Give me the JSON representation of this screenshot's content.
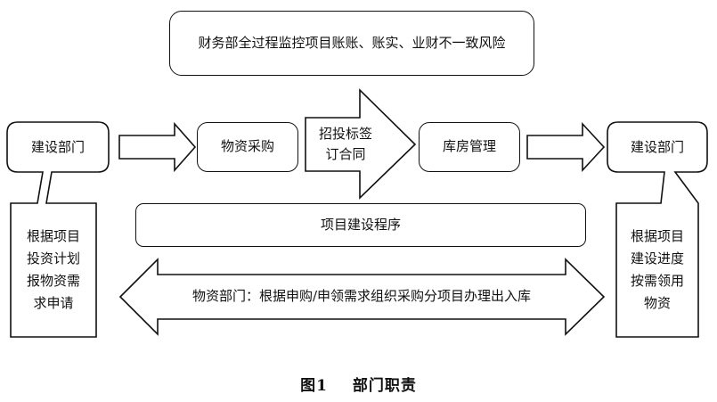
{
  "top_box": {
    "label": "财务部全过程监控项目账账、账实、业财不一致风险"
  },
  "flow": {
    "left_dept": "建设部门",
    "purchase": "物资采购",
    "tender_lines": [
      "招投标签",
      "订合同"
    ],
    "warehouse": "库房管理",
    "right_dept": "建设部门"
  },
  "callouts": {
    "left_lines": [
      "根据项目",
      "投资计划",
      "报物资需",
      "求申请"
    ],
    "right_lines": [
      "根据项目",
      "建设进度",
      "按需领用",
      "物资"
    ]
  },
  "program_box": {
    "label": "项目建设程序"
  },
  "bottom_arrow": {
    "label": "物资部门：根据申购/申领需求组织采购分项目办理出入库"
  },
  "caption": {
    "figure_no": "图1",
    "title": "部门职责"
  }
}
